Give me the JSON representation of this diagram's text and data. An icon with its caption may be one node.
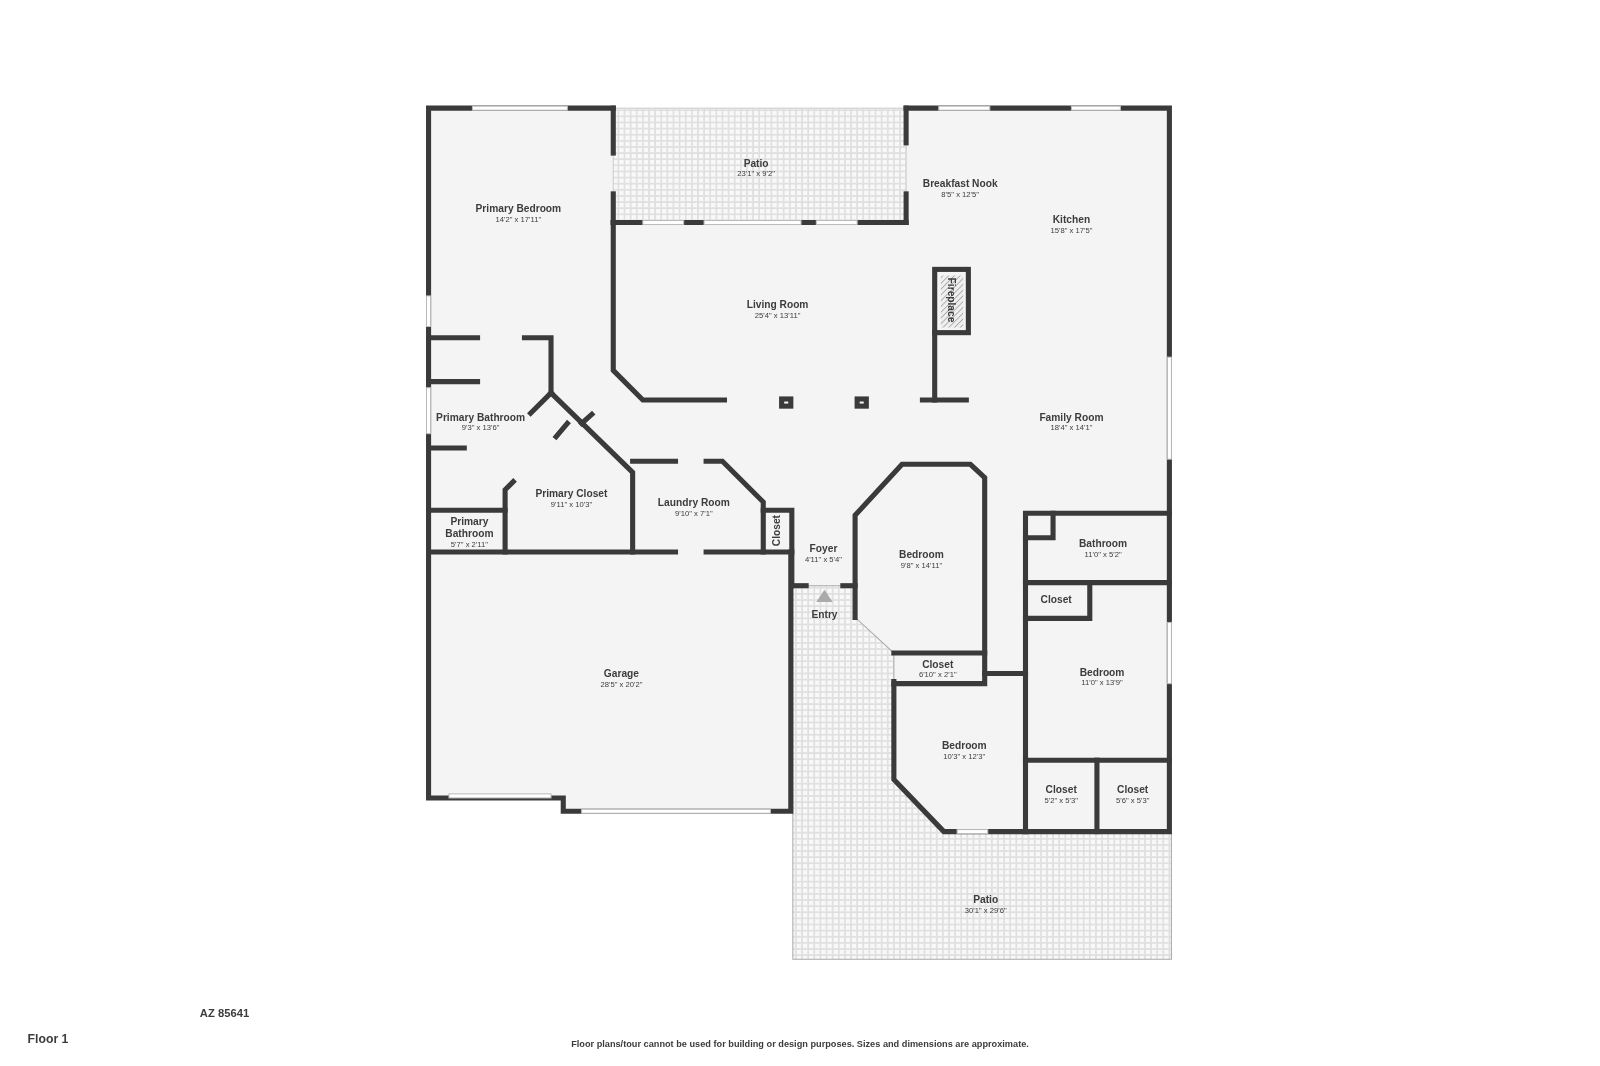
{
  "diagram": {
    "labels": [
      "Patio",
      "23'1\" x 9'2\"",
      "Breakfast Nook",
      "8'5\" x 12'5\"",
      "Primary Bedroom",
      "14'2\" x 17'11\"",
      "Kitchen",
      "15'8\" x 17'5\"",
      "Fireplace",
      "Living Room",
      "25'4\" x 13'11\"",
      "Primary Bathroom",
      "9'3\" x 13'6\"",
      "Family Room",
      "18'4\" x 14'1\"",
      "Primary Closet",
      "9'11\" x 10'3\"",
      "Laundry Room",
      "9'10\" x 7'1\"",
      "Primary Bathroom",
      "5'7\" x 2'11\"",
      "Closet",
      "Bathroom",
      "11'0\" x 5'2\"",
      "Foyer",
      "4'11\" x 5'4\"",
      "Bedroom",
      "9'8\" x 14'11\"",
      "Closet",
      "Entry",
      "Closet",
      "6'10\" x 2'1\"",
      "Bedroom",
      "11'0\" x 13'9\"",
      "Garage",
      "28'5\" x 20'2\"",
      "Bedroom",
      "10'3\" x 12'3\"",
      "Closet",
      "5'2\" x 5'3\"",
      "Closet",
      "5'6\" x 5'3\"",
      "Patio",
      "30'1\" x 29'6\"",
      "AZ 85641",
      "Floor 1",
      "Floor plans/tour cannot be used for building or design purposes. Sizes and dimensions are approximate."
    ]
  }
}
